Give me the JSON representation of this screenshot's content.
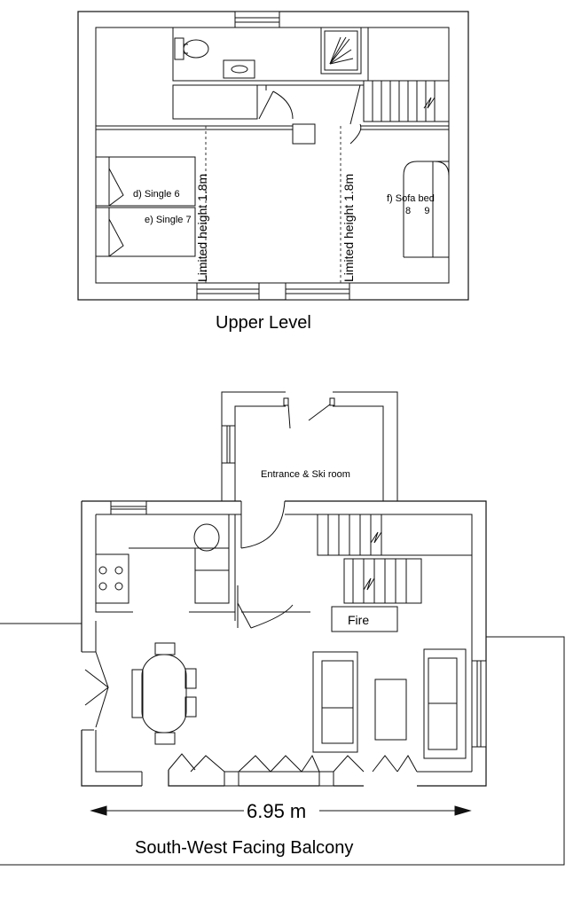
{
  "upper_level": {
    "title": "Upper Level",
    "rooms": {
      "single_6": "d) Single 6",
      "single_7": "e) Single 7",
      "sofa_bed": "f) Sofa bed",
      "sofa_bed_beds": "8     9"
    },
    "limited_height_left": "Limited height 1.8m",
    "limited_height_right": "Limited height 1.8m"
  },
  "lower_level": {
    "entrance": "Entrance & Ski room",
    "fire": "Fire",
    "width_dimension": "6.95 m",
    "balcony": "South-West Facing Balcony"
  }
}
